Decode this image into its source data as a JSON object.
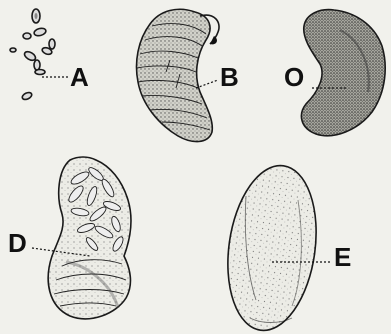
{
  "figure": {
    "labels": {
      "a": "A",
      "b": "B",
      "o": "O",
      "d": "D",
      "e": "E"
    }
  },
  "colors": {
    "background": "#f1f1ec",
    "ink": "#111111",
    "stipple_fill": "#b9b9b0",
    "dark_fill": "#8e8e86"
  },
  "icons": {
    "eggs": "egg-cluster-icon",
    "larva": "larva-icon",
    "pupa": "pupa-icon",
    "parasitized_host": "parasitized-host-icon",
    "cocoon": "cocoon-icon"
  }
}
